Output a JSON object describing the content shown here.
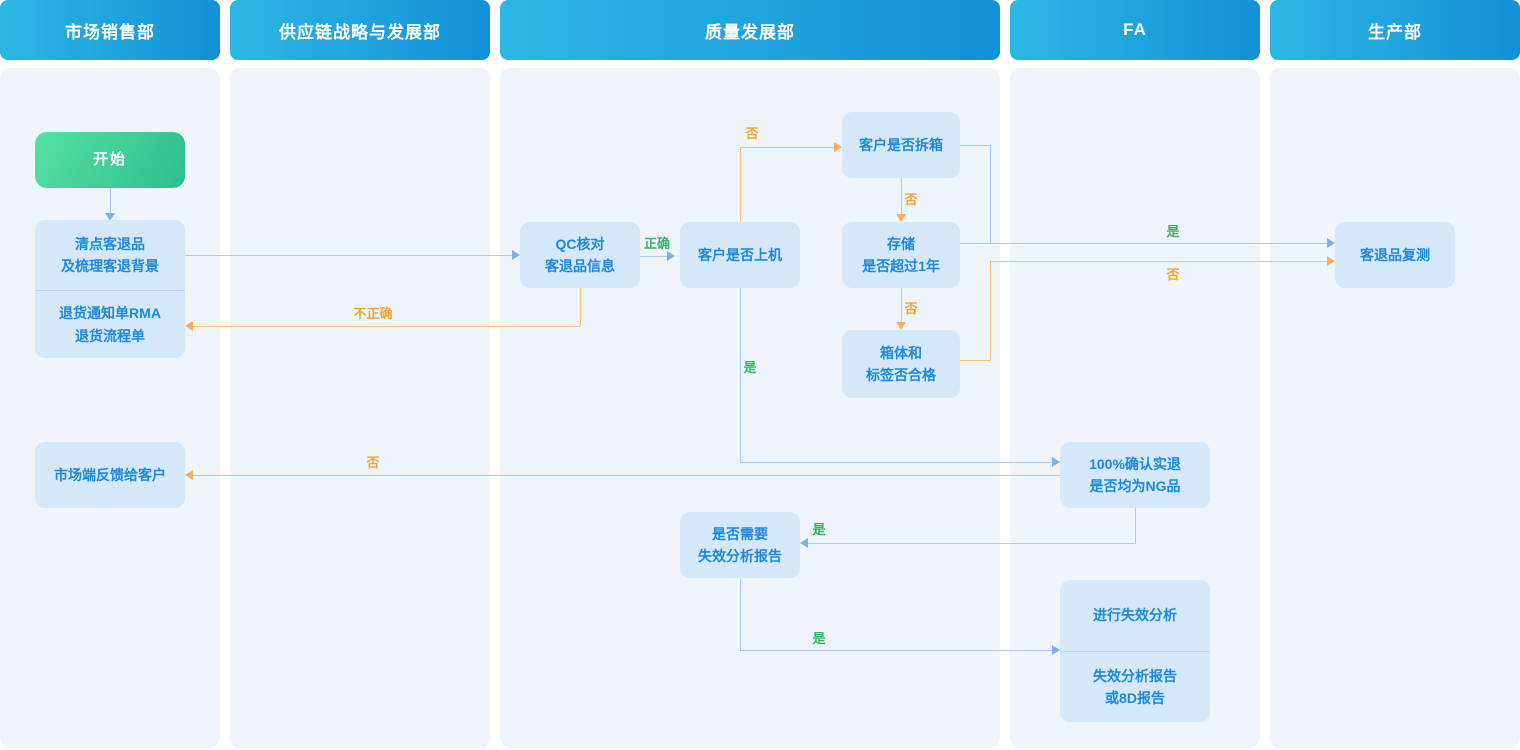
{
  "lanes": [
    {
      "label": "市场销售部"
    },
    {
      "label": "供应链战略与发展部"
    },
    {
      "label": "质量发展部"
    },
    {
      "label": "FA"
    },
    {
      "label": "生产部"
    }
  ],
  "nodes": {
    "start": "开始",
    "count": "清点客退品\n及梳理客退背景",
    "rma": "退货通知单RMA\n退货流程单",
    "qc": "QC核对\n客退品信息",
    "on_machine": "客户是否上机",
    "unbox": "客户是否拆箱",
    "storage": "存储\n是否超过1年",
    "carton": "箱体和\n标签否合格",
    "retest": "客退品复测",
    "feedback": "市场端反馈给客户",
    "ng_confirm": "100%确认实退\n是否均为NG品",
    "fa_need": "是否需要\n失效分析报告",
    "fa_do": "进行失效分析",
    "fa_report": "失效分析报告\n或8D报告"
  },
  "edge_labels": {
    "qc_ok": "正确",
    "qc_bad": "不正确",
    "machine_no": "否",
    "unbox_no": "否",
    "storage_no": "否",
    "storage_yes": "是",
    "carton_no": "否",
    "machine_yes": "是",
    "ng_no": "否",
    "ng_yes": "是",
    "faneed_yes": "是"
  },
  "colors": {
    "header_gradient_start": "#2cb7e3",
    "header_gradient_end": "#1390d8",
    "start_gradient_start": "#55e0a3",
    "start_gradient_end": "#2dbd8e",
    "lane_fill": "#eff4fb",
    "node_fill": "#d5e8fa",
    "node_text": "#1d88dc",
    "line_blue": "#abccf1",
    "line_orange": "#f8c17c",
    "label_green": "#36b268",
    "label_orange": "#f5a42e"
  }
}
